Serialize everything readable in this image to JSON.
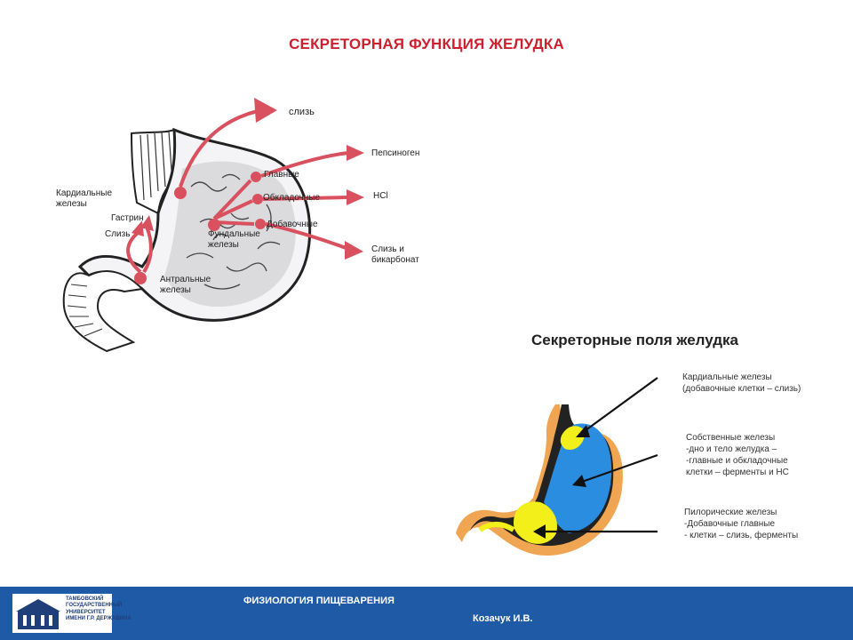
{
  "title": "СЕКРЕТОРНАЯ ФУНКЦИЯ ЖЕЛУДКА",
  "left_diagram": {
    "labels": {
      "slizy_top": "слизь",
      "pepsinogen": "Пепсиноген",
      "glavnye": "Главные",
      "obkladochnye": "Обкладочные",
      "hcl": "HCl",
      "dobavochnye": "Добавочные",
      "sliz_bikarbonat": "Слизь и бикарбонат",
      "kardialnye": "Кардиальные железы",
      "gastrin": "Гастрин",
      "sliz_left": "Слизь",
      "fundalnye": "Фундальные железы",
      "antralnye": "Антральные железы"
    }
  },
  "right_diagram": {
    "title": "Секреторные поля желудка",
    "kardialnye": [
      "Кардиальные железы",
      "(добавочные клетки – слизь)"
    ],
    "sobstvennye": [
      "Собственные железы",
      "-дно и тело желудка –",
      "-главные и обкладочные",
      "клетки – ферменты и НС"
    ],
    "piloricheskie": [
      "Пилорические железы",
      "-Добавочные  главные",
      "- клетки – слизь, ферменты"
    ]
  },
  "footer": {
    "course": "ФИЗИОЛОГИЯ  ПИЩЕВАРЕНИЯ",
    "author": "Козачук И.В.",
    "logo_lines": [
      "ТАМБОВСКИЙ",
      "ГОСУДАРСТВЕННЫЙ",
      "УНИВЕРСИТЕТ",
      "ИМЕНИ Г.Р. ДЕРЖАВИНА"
    ]
  },
  "colors": {
    "title": "#cc1f2e",
    "arrow": "#d9505f",
    "footer": "#1f5aa6",
    "stomach_blue": "#2a8de0",
    "stomach_yellow": "#f2ef1a",
    "stomach_orange": "#f0a552"
  }
}
